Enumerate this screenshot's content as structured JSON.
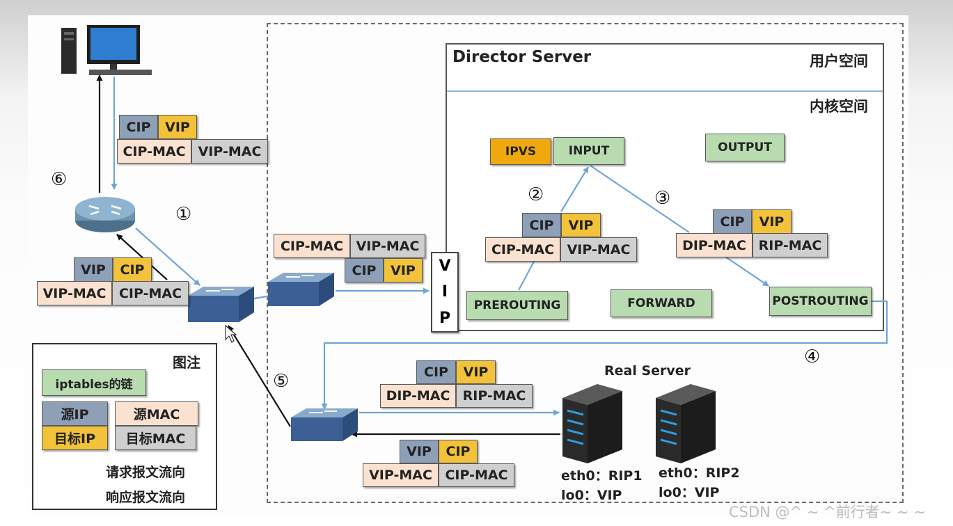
{
  "director": {
    "title": "Director Server",
    "user_space": "用户空间",
    "kernel_space": "内核空间"
  },
  "chains": {
    "ipvs": "IPVS",
    "input": "INPUT",
    "output": "OUTPUT",
    "prerouting": "PREROUTING",
    "forward": "FORWARD",
    "postrouting": "POSTROUTING"
  },
  "vip_letters": [
    "V",
    "I",
    "P"
  ],
  "real_server": {
    "title": "Real Server",
    "server1": {
      "eth0": "eth0：RIP1",
      "lo0": "lo0：VIP"
    },
    "server2": {
      "eth0": "eth0：RIP2",
      "lo0": "lo0：VIP"
    }
  },
  "steps": [
    "①",
    "②",
    "③",
    "④",
    "⑤",
    "⑥"
  ],
  "packets": {
    "top": {
      "src_ip": "CIP",
      "dst_ip": "VIP",
      "src_mac": "CIP-MAC",
      "dst_mac": "VIP-MAC"
    },
    "left": {
      "src_ip": "VIP",
      "dst_ip": "CIP",
      "src_mac": "VIP-MAC",
      "dst_mac": "CIP-MAC"
    },
    "mid": {
      "src_ip": "CIP",
      "dst_ip": "VIP",
      "src_mac": "CIP-MAC",
      "dst_mac": "VIP-MAC"
    },
    "step2": {
      "src_ip": "CIP",
      "dst_ip": "VIP",
      "src_mac": "CIP-MAC",
      "dst_mac": "VIP-MAC"
    },
    "step3": {
      "src_ip": "CIP",
      "dst_ip": "VIP",
      "src_mac": "DIP-MAC",
      "dst_mac": "RIP-MAC"
    },
    "to_real": {
      "src_ip": "CIP",
      "dst_ip": "VIP",
      "src_mac": "DIP-MAC",
      "dst_mac": "RIP-MAC"
    },
    "from_real": {
      "src_ip": "VIP",
      "dst_ip": "CIP",
      "src_mac": "VIP-MAC",
      "dst_mac": "CIP-MAC"
    }
  },
  "legend": {
    "title": "图注",
    "chain": "iptables的链",
    "src_ip": "源IP",
    "src_mac": "源MAC",
    "dst_ip": "目标IP",
    "dst_mac": "目标MAC",
    "request_flow": "请求报文流向",
    "response_flow": "响应报文流向"
  },
  "watermark": "CSDN @^ ~ ^前行者~ ~ ~",
  "colors": {
    "src_ip": "#8ea0b8",
    "dst_ip": "#f2c23a",
    "src_mac": "#fbe1cf",
    "dst_mac": "#cfcfcf",
    "chain": "#b8dcb0",
    "ipvs": "#f0a90c",
    "request_arrow": "#6fa5d8",
    "response_arrow": "#111111"
  }
}
